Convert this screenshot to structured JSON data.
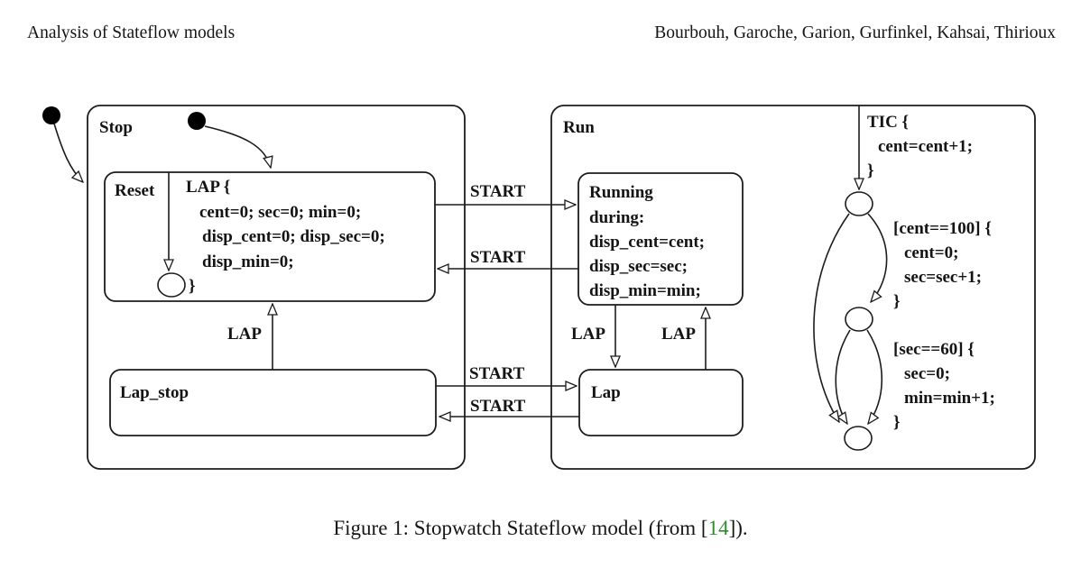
{
  "header": {
    "left_title": "Analysis of Stateflow models",
    "right_authors": "Bourbouh, Garoche, Garion, Gurfinkel, Kahsai, Thirioux"
  },
  "figure_caption": {
    "prefix": "Figure 1: Stopwatch Stateflow model (from [",
    "citation": "14",
    "suffix": "])."
  },
  "colors": {
    "citation_green": "#2e8b2e",
    "diagram_stroke": "#1c1c1c",
    "background": "#ffffff"
  },
  "diagram": {
    "stop": {
      "label": "Stop"
    },
    "reset": {
      "label": "Reset",
      "lines": [
        "LAP {",
        "cent=0; sec=0; min=0;",
        "disp_cent=0; disp_sec=0;",
        "disp_min=0;",
        "}"
      ]
    },
    "lap_stop": {
      "label": "Lap_stop"
    },
    "run": {
      "label": "Run"
    },
    "running": {
      "label": "Running",
      "lines": [
        "during:",
        "disp_cent=cent;",
        "disp_sec=sec;",
        "disp_min=min;"
      ]
    },
    "lap": {
      "label": "Lap"
    },
    "labels": {
      "start_stop_to_run": "START",
      "start_run_to_stop": "START",
      "start_lapstop_to_lap": "START",
      "start_lap_to_lapstop": "START",
      "lap_lapstop_to_reset": "LAP",
      "lap_running_to_lap": "LAP",
      "lap_lap_to_running": "LAP"
    },
    "tic": {
      "lines": [
        "TIC {",
        "cent=cent+1;",
        "}"
      ]
    },
    "cent_guard": {
      "lines": [
        "[cent==100] {",
        "cent=0;",
        "sec=sec+1;",
        "}"
      ]
    },
    "sec_guard": {
      "lines": [
        "[sec==60] {",
        "sec=0;",
        "min=min+1;",
        "}"
      ]
    }
  }
}
